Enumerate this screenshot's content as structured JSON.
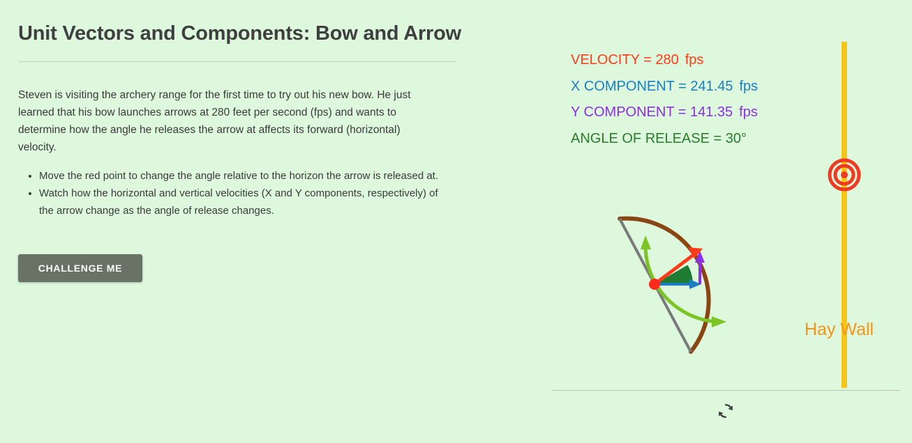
{
  "page": {
    "title": "Unit Vectors and Components: Bow and Arrow",
    "background_color": "#ddf8dd"
  },
  "intro": {
    "paragraph": "Steven is visiting the archery range for the first time to try out his new bow. He just learned that his bow launches arrows at 280 feet per second (fps) and wants to determine how the angle he releases the arrow at affects its forward (horizontal) velocity."
  },
  "instructions": {
    "items": [
      "Move the red point to change the angle relative to the horizon the arrow is released at.",
      "Watch how the horizontal and vertical velocities (X and Y components, respectively) of the arrow change as the angle of release changes."
    ]
  },
  "buttons": {
    "challenge_me": "CHALLENGE ME",
    "reset_icon": "refresh-icon"
  },
  "readouts": [
    {
      "name": "velocity",
      "label": "VELOCITY = ",
      "value": "280",
      "unit": "fps",
      "color": "#ff3b18"
    },
    {
      "name": "x-component",
      "label": "X COMPONENT = ",
      "value": "241.45",
      "unit": "fps",
      "color": "#1a7fc1"
    },
    {
      "name": "y-component",
      "label": "Y COMPONENT = ",
      "value": "141.35",
      "unit": "fps",
      "color": "#8b2fe8"
    },
    {
      "name": "angle-of-release",
      "label": "ANGLE OF RELEASE = ",
      "value": "30°",
      "unit": "",
      "color": "#2a7d2a"
    }
  ],
  "simulation": {
    "hay_wall_label": "Hay Wall",
    "hay_wall_color": "#f5c518",
    "target_color": "#ef3b23",
    "bow_color": "#8b4513",
    "bowstring_color": "#7a7a7a",
    "velocity_vector_color": "#ff3b18",
    "x_component_color": "#1a7fc1",
    "y_component_color": "#8b2fe8",
    "angle_wedge_color": "#1e7b32",
    "drag_arc_color": "#7cc426",
    "drag_point_color": "#ff2a1a",
    "angle_degrees": 30,
    "velocity_fps": 280,
    "x_component_fps": 241.45,
    "y_component_fps": 141.35
  },
  "chart_data": {
    "type": "diagram",
    "title": "Bow and arrow velocity vector decomposition",
    "vectors": [
      {
        "name": "velocity",
        "magnitude": 280,
        "angle_deg": 30,
        "unit": "fps",
        "color": "#ff3b18"
      },
      {
        "name": "x-component",
        "magnitude": 241.45,
        "angle_deg": 0,
        "unit": "fps",
        "color": "#1a7fc1"
      },
      {
        "name": "y-component",
        "magnitude": 141.35,
        "angle_deg": 90,
        "unit": "fps",
        "color": "#8b2fe8"
      }
    ],
    "annotations": [
      "Hay Wall"
    ]
  }
}
